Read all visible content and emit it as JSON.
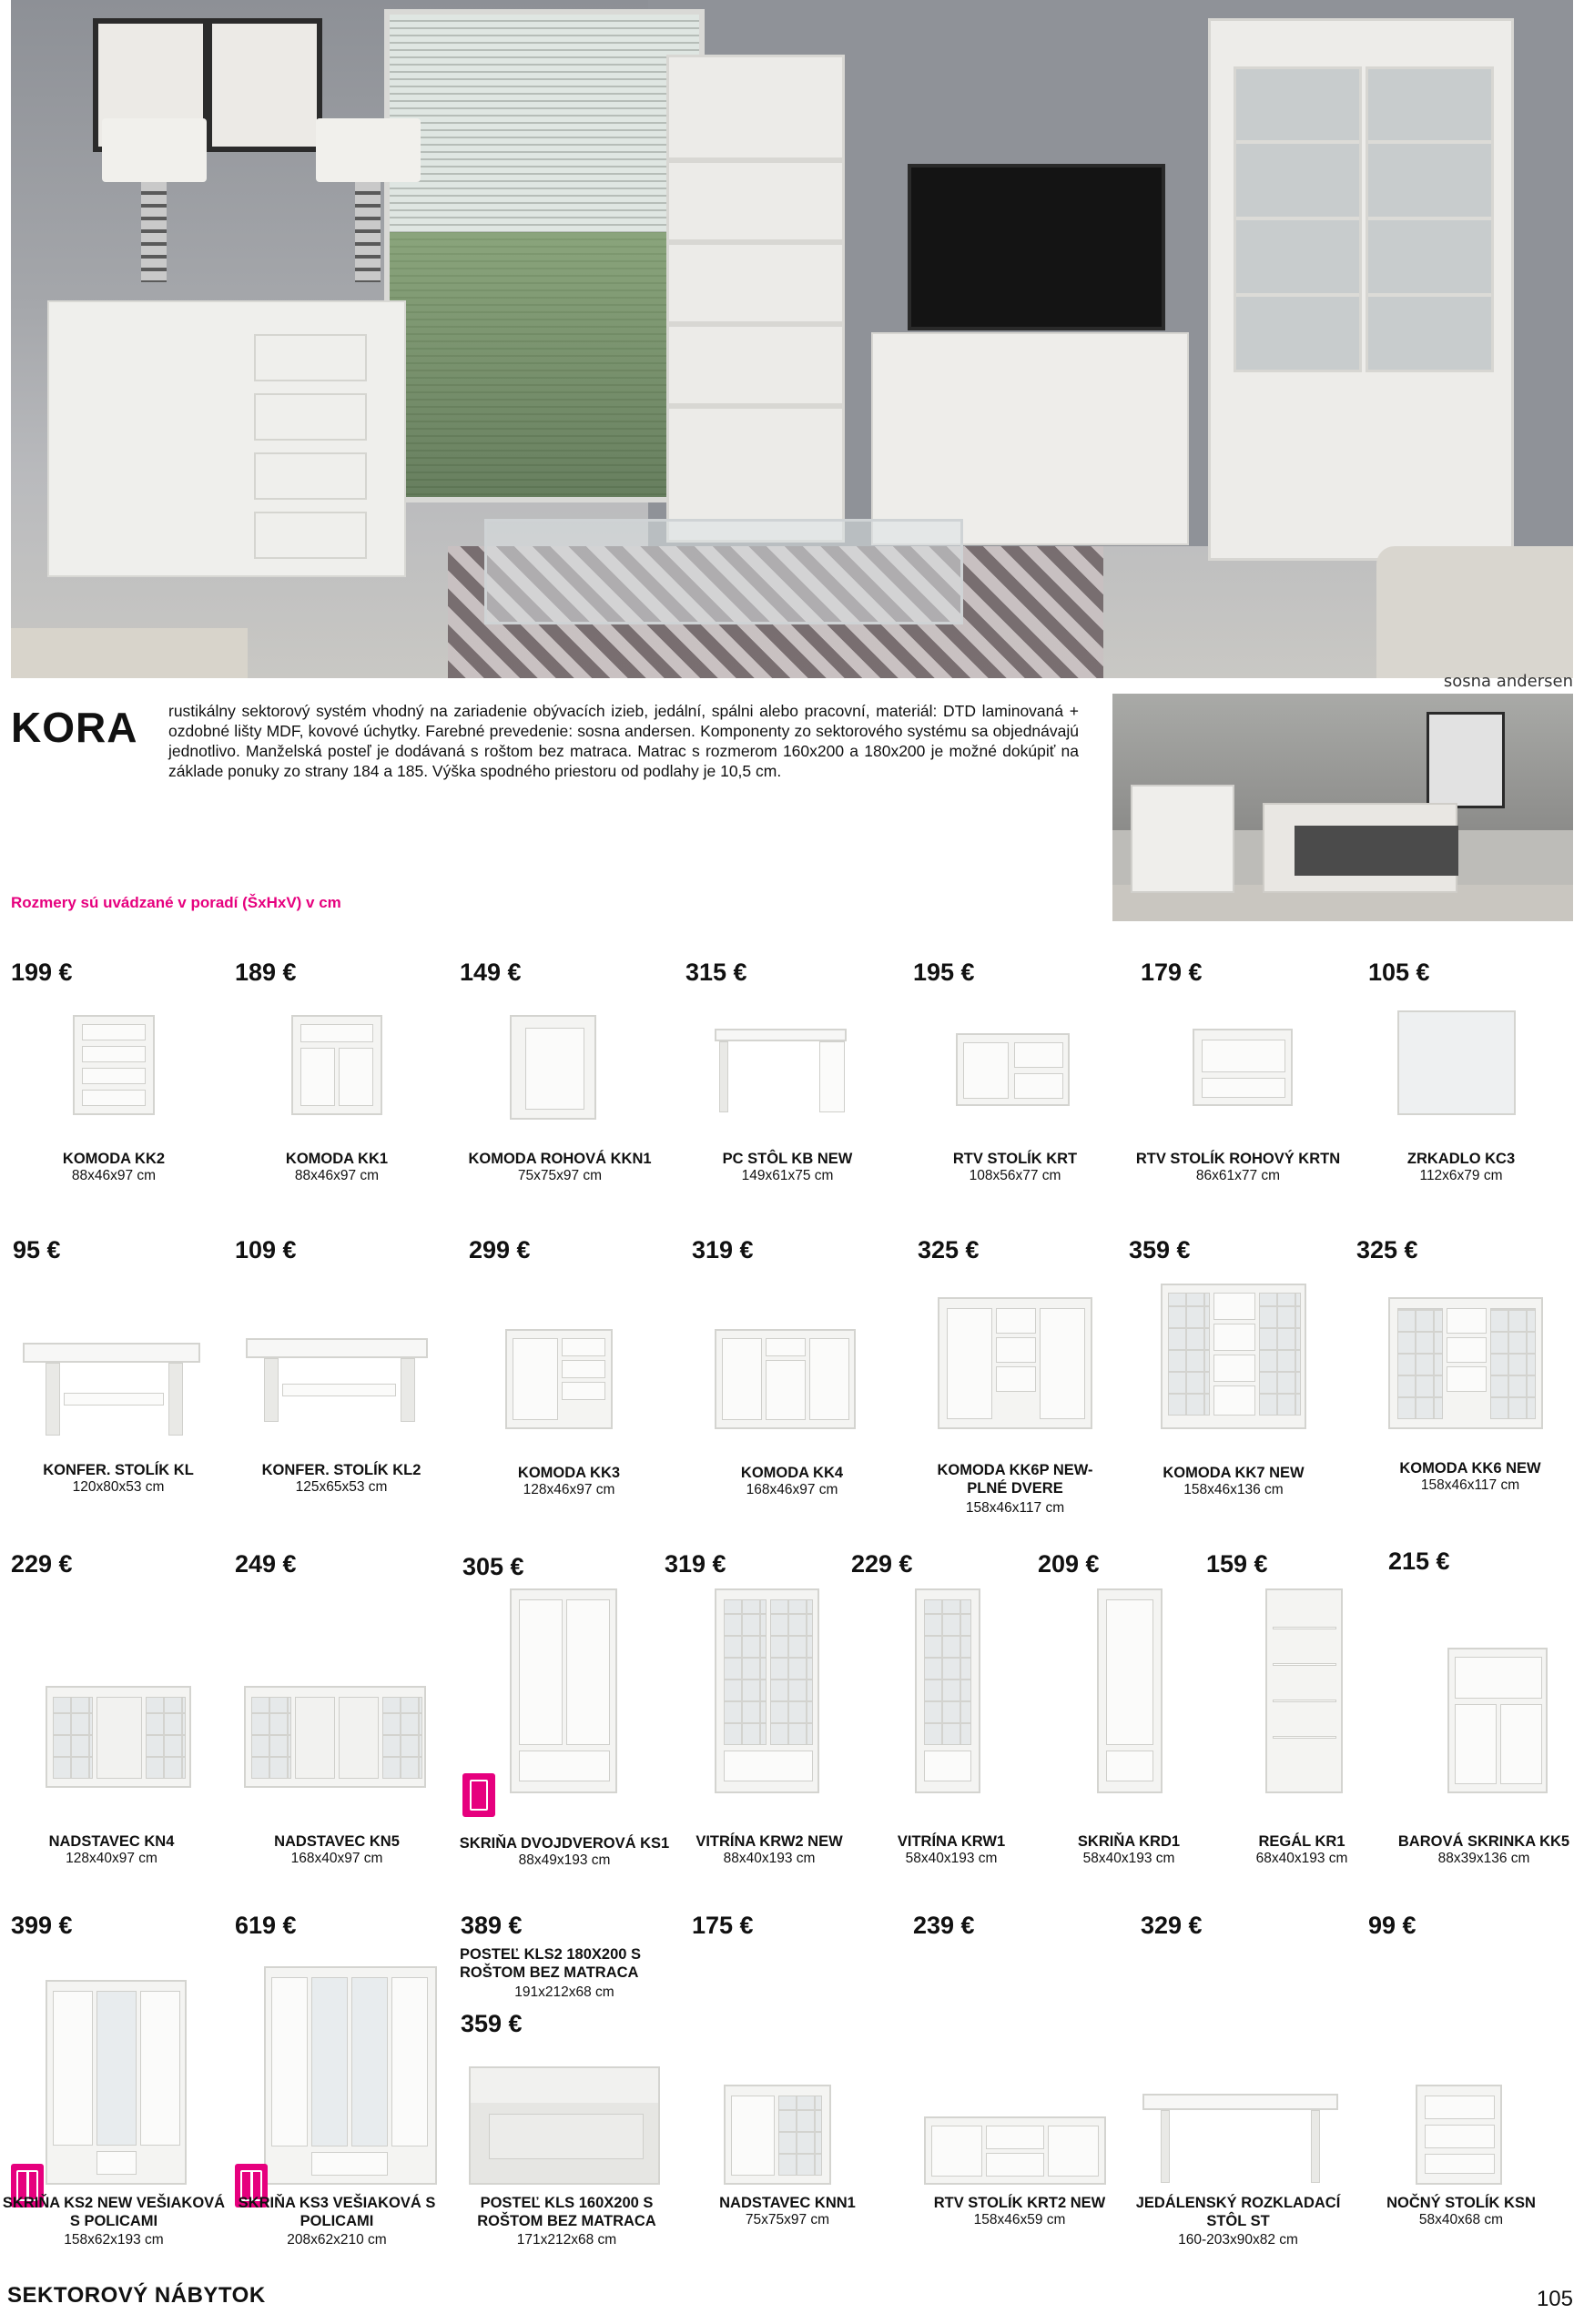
{
  "hero_photo": {
    "description_icon": "living-room-photo-icon"
  },
  "intro": {
    "brand": "KORA",
    "text": "rustikálny sektorový systém vhodný na zariadenie obývacích izieb, jedální, spálni alebo pracovní, materiál: DTD laminovaná + ozdobné lišty MDF, kovové úchytky. Farebné prevedenie: sosna andersen. Komponenty zo sektorového systému sa objednávajú jednotlivo. Manželská posteľ je dodávaná s roštom bez matraca. Matrac s rozmerom 160x200 a 180x200 je možné dokúpiť na základe ponuky zo strany 184 a 185. Výška spodného priestoru od podlahy je 10,5 cm.",
    "color_caption": "sosna andersen",
    "dims_note": "Rozmery sú uvádzané v poradí (ŠxHxV) v cm"
  },
  "products": [
    {
      "price": "199 €",
      "name": "KOMODA KK2",
      "dims": "88x46x97 cm"
    },
    {
      "price": "189 €",
      "name": "KOMODA KK1",
      "dims": "88x46x97 cm"
    },
    {
      "price": "149 €",
      "name": "KOMODA ROHOVÁ KKN1",
      "dims": "75x75x97 cm"
    },
    {
      "price": "315 €",
      "name": "PC STÔL KB NEW",
      "dims": "149x61x75 cm"
    },
    {
      "price": "195 €",
      "name": "RTV STOLÍK KRT",
      "dims": "108x56x77 cm"
    },
    {
      "price": "179 €",
      "name": "RTV STOLÍK ROHOVÝ KRTN",
      "dims": "86x61x77 cm"
    },
    {
      "price": "105 €",
      "name": "ZRKADLO KC3",
      "dims": "112x6x79 cm"
    },
    {
      "price": "95 €",
      "name": "KONFER. STOLÍK KL",
      "dims": "120x80x53 cm"
    },
    {
      "price": "109 €",
      "name": "KONFER. STOLÍK KL2",
      "dims": "125x65x53 cm"
    },
    {
      "price": "299 €",
      "name": "KOMODA KK3",
      "dims": "128x46x97 cm"
    },
    {
      "price": "319 €",
      "name": "KOMODA KK4",
      "dims": "168x46x97 cm"
    },
    {
      "price": "325 €",
      "name": "KOMODA KK6P NEW-PLNÉ DVERE",
      "dims": "158x46x117 cm"
    },
    {
      "price": "359 €",
      "name": "KOMODA KK7 NEW",
      "dims": "158x46x136 cm"
    },
    {
      "price": "325 €",
      "name": "KOMODA KK6 NEW",
      "dims": "158x46x117 cm"
    },
    {
      "price": "229 €",
      "name": "NADSTAVEC KN4",
      "dims": "128x40x97 cm"
    },
    {
      "price": "249 €",
      "name": "NADSTAVEC KN5",
      "dims": "168x40x97 cm"
    },
    {
      "price": "305 €",
      "name": "SKRIŇA DVOJDVEROVÁ KS1",
      "dims": "88x49x193 cm"
    },
    {
      "price": "319 €",
      "name": "VITRÍNA KRW2 NEW",
      "dims": "88x40x193 cm"
    },
    {
      "price": "229 €",
      "name": "VITRÍNA KRW1",
      "dims": "58x40x193 cm"
    },
    {
      "price": "209 €",
      "name": "SKRIŇA KRD1",
      "dims": "58x40x193 cm"
    },
    {
      "price": "159 €",
      "name": "REGÁL KR1",
      "dims": "68x40x193 cm"
    },
    {
      "price": "215 €",
      "name": "BAROVÁ SKRINKA KK5",
      "dims": "88x39x136 cm"
    },
    {
      "price": "399 €",
      "name": "SKRIŇA KS2 NEW VEŠIAKOVÁ S POLICAMI",
      "dims": "158x62x193 cm"
    },
    {
      "price": "619 €",
      "name": "SKRIŇA KS3 VEŠIAKOVÁ S POLICAMI",
      "dims": "208x62x210 cm"
    },
    {
      "price": "359 €",
      "name": "POSTEĽ KLS 160X200 S ROŠTOM BEZ MATRACA",
      "dims": "171x212x68 cm"
    },
    {
      "price": "175 €",
      "name": "NADSTAVEC KNN1",
      "dims": "75x75x97 cm"
    },
    {
      "price": "239 €",
      "name": "RTV STOLÍK KRT2 NEW",
      "dims": "158x46x59 cm"
    },
    {
      "price": "329 €",
      "name": "JEDÁLENSKÝ ROZKLADACÍ STÔL ST",
      "dims": "160-203x90x82 cm"
    },
    {
      "price": "99 €",
      "name": "NOČNÝ STOLÍK KSN",
      "dims": "58x40x68 cm"
    }
  ],
  "bed_kls2": {
    "price": "389 €",
    "name": "POSTEĽ KLS2 180X200 S ROŠTOM BEZ MATRACA",
    "dims": "191x212x68 cm"
  },
  "footer": {
    "section": "SEKTOROVÝ NÁBYTOK",
    "page": "105"
  },
  "colors": {
    "accent": "#e6007e"
  }
}
